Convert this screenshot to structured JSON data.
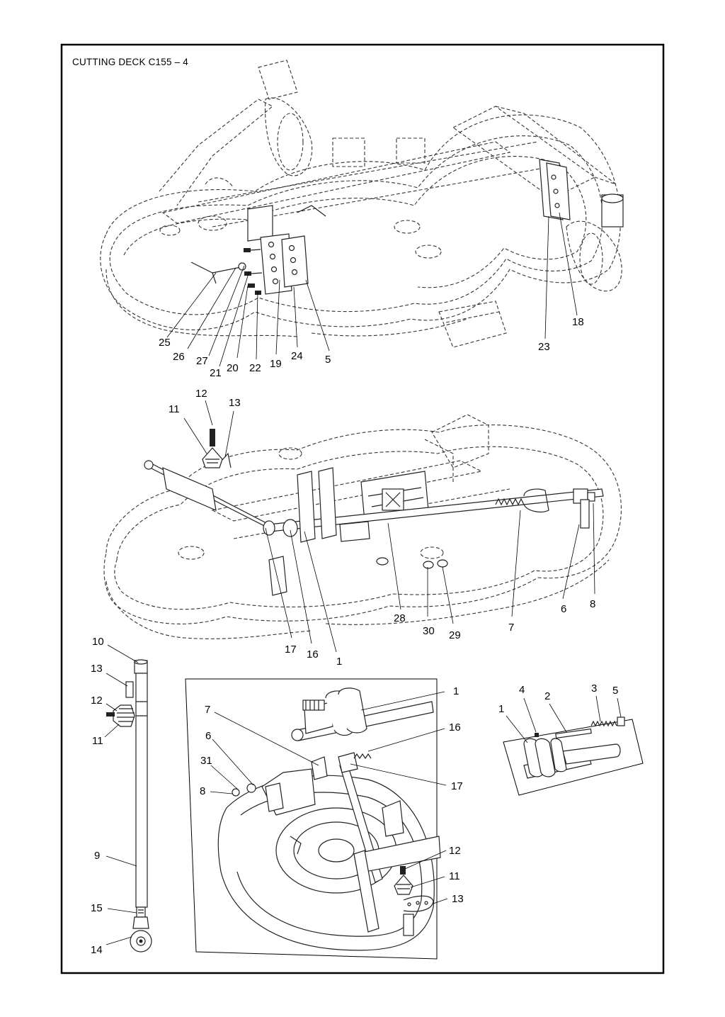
{
  "title": "CUTTING DECK C155 – 4",
  "callouts": {
    "top": [
      "25",
      "26",
      "27",
      "21",
      "20",
      "22",
      "19",
      "24",
      "5",
      "23",
      "18"
    ],
    "middle": [
      "11",
      "12",
      "13",
      "17",
      "16",
      "1",
      "28",
      "30",
      "29",
      "7",
      "6",
      "8"
    ],
    "rod": [
      "10",
      "13",
      "12",
      "11",
      "9",
      "15",
      "14"
    ],
    "detail": [
      "1",
      "7",
      "16",
      "6",
      "31",
      "8",
      "17",
      "12",
      "11",
      "13"
    ],
    "inset": [
      "1",
      "4",
      "2",
      "3",
      "5"
    ]
  },
  "colors": {
    "line": "#222222",
    "background": "#ffffff"
  }
}
